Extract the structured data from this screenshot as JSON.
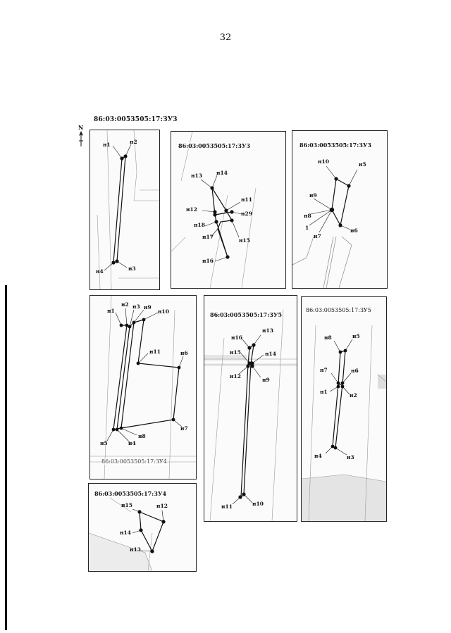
{
  "page_number": "32",
  "top_label": "86:03:0053505:17:ЗУ3",
  "north_label": "N",
  "panels": [
    {
      "id": "p1",
      "title": "",
      "points": [
        "н1",
        "н2",
        "н3",
        "н4"
      ]
    },
    {
      "id": "p2",
      "title": "86:03:0053505:17:ЗУ3",
      "points": [
        "н13",
        "н14",
        "н11",
        "н12",
        "н29",
        "н18",
        "н17",
        "н15",
        "н16"
      ]
    },
    {
      "id": "p3",
      "title": "86:03:0053505:17:ЗУ3",
      "points": [
        "н10",
        "н5",
        "н9",
        "н8",
        "1",
        "н7",
        "н6"
      ]
    },
    {
      "id": "p4",
      "title": "86:03:0053505:17:ЗУ4",
      "points": [
        "н1",
        "н2",
        "н3",
        "н9",
        "н10",
        "н11",
        "н6",
        "н7",
        "н8",
        "н5",
        "н4"
      ]
    },
    {
      "id": "p5",
      "title": "86:03:0053505:17:ЗУ5",
      "points": [
        "н16",
        "н13",
        "н15",
        "н14",
        "н12",
        "н9",
        "н11",
        "н10"
      ]
    },
    {
      "id": "p6",
      "title": "86:03:0053505:17:ЗУ5",
      "points": [
        "н8",
        "н5",
        "н7",
        "н6",
        "н1",
        "н2",
        "н4",
        "н3"
      ]
    },
    {
      "id": "p7",
      "title": "86:03:0053505:17:ЗУ4",
      "points": [
        "н15",
        "н12",
        "н14",
        "н13"
      ]
    }
  ]
}
